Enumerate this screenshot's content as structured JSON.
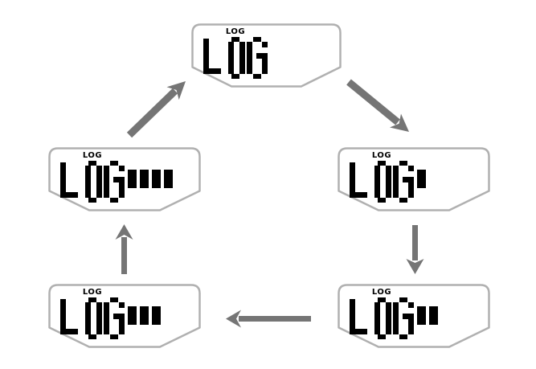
{
  "diagram": {
    "type": "state-cycle",
    "description": "LCD LOG memory indicator cycling through bar levels",
    "colors": {
      "background": "#ffffff",
      "frame_border": "#b0b0b0",
      "arrow": "#757575",
      "segment_black": "#000000"
    },
    "panels": [
      {
        "id": "log-0-bars",
        "label": "LOG",
        "display": "LOG",
        "bars": 0
      },
      {
        "id": "log-1-bar",
        "label": "LOG",
        "display": "LOG",
        "bars": 1
      },
      {
        "id": "log-2-bars",
        "label": "LOG",
        "display": "LOG",
        "bars": 2
      },
      {
        "id": "log-3-bars",
        "label": "LOG",
        "display": "LOG",
        "bars": 3
      },
      {
        "id": "log-4-bars",
        "label": "LOG",
        "display": "LOG",
        "bars": 4
      }
    ],
    "flow": [
      {
        "from": "log-0-bars",
        "to": "log-1-bar",
        "direction": "down-right"
      },
      {
        "from": "log-1-bar",
        "to": "log-2-bars",
        "direction": "down"
      },
      {
        "from": "log-2-bars",
        "to": "log-3-bars",
        "direction": "left"
      },
      {
        "from": "log-3-bars",
        "to": "log-4-bars",
        "direction": "up"
      },
      {
        "from": "log-4-bars",
        "to": "log-0-bars",
        "direction": "up-right"
      }
    ]
  }
}
